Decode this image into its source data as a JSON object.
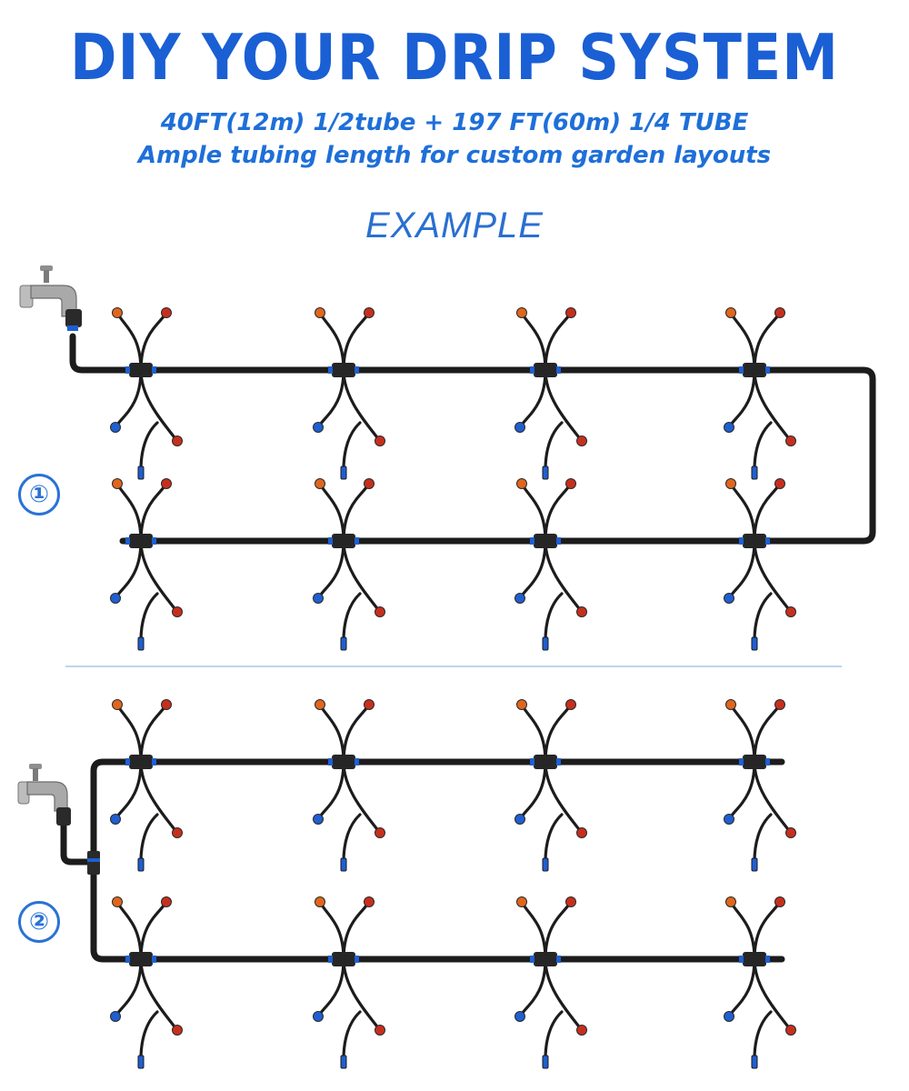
{
  "title": "DIY YOUR DRIP SYSTEM",
  "subtitle_line1": "40FT(12m) 1/2tube + 197 FT(60m) 1/4 TUBE",
  "subtitle_line2": "Ample tubing length for custom garden layouts",
  "example_label": "EXAMPLE",
  "layouts": [
    {
      "badge": "①",
      "rows": 2,
      "drip_assemblies_per_row": 4,
      "faucet": "faucet-icon"
    },
    {
      "badge": "②",
      "rows": 2,
      "drip_assemblies_per_row": 4,
      "faucet": "faucet-icon"
    }
  ],
  "colors": {
    "heading_blue": "#1a5fd4",
    "tube_black": "#1c1c1c",
    "connector_blue": "#1f5fd0",
    "emitter_red": "#c62f1e",
    "emitter_orange": "#e0661e",
    "divider": "#a9c6e6"
  }
}
